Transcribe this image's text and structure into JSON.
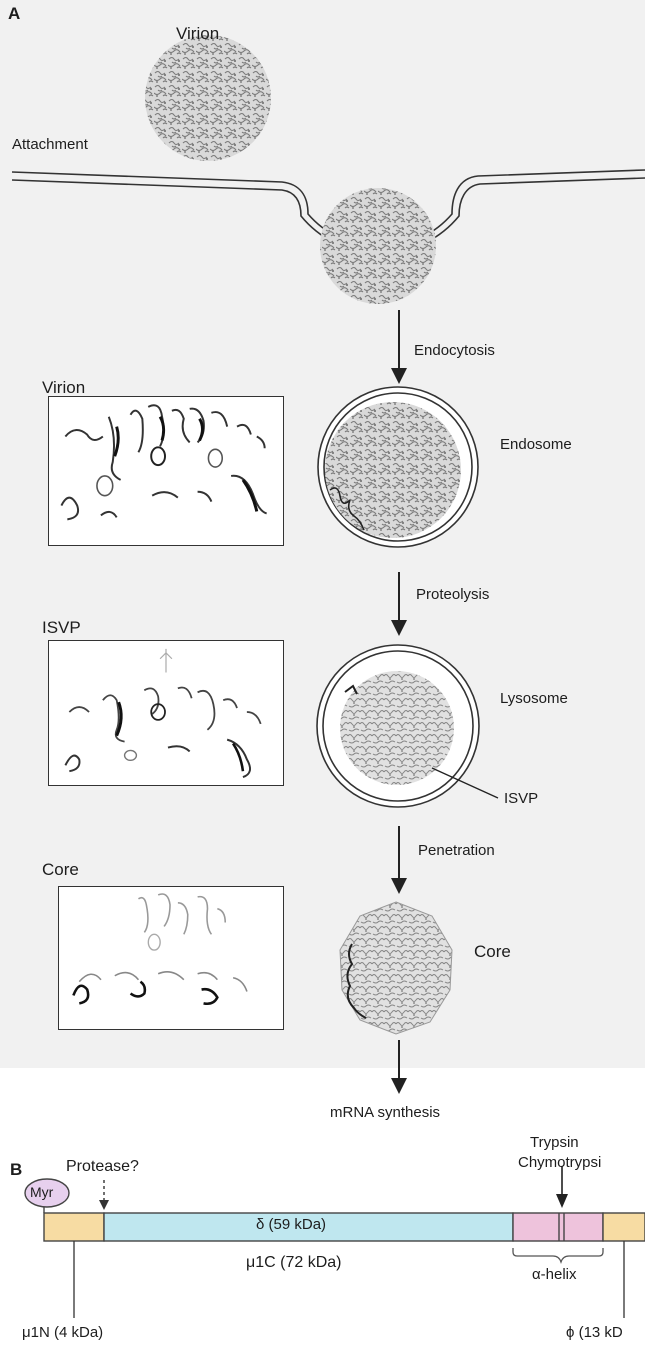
{
  "panel_a": {
    "letter": "A",
    "virion_title": "Virion",
    "attachment": "Attachment",
    "endocytosis": "Endocytosis",
    "endosome": "Endosome",
    "proteolysis": "Proteolysis",
    "lysosome": "Lysosome",
    "isvp_pointer": "ISVP",
    "penetration": "Penetration",
    "core": "Core",
    "mrna": "mRNA synthesis",
    "insets": {
      "virion": "Virion",
      "isvp": "ISVP",
      "core": "Core"
    }
  },
  "panel_b": {
    "letter": "B",
    "myr": "Myr",
    "protease": "Protease?",
    "trypsin": "Trypsin",
    "chymotrypsin": "Chymotrypsi",
    "delta": "δ (59 kDa)",
    "mu1c": "μ1C (72 kDa)",
    "alpha_helix": "α-helix",
    "mu1n": "μ1N (4 kDa)",
    "phi": "ϕ (13 kD",
    "colors": {
      "mu1n_segment": "#f7dca3",
      "delta_segment": "#bfe7ef",
      "helix_segment": "#eec3dc",
      "phi_segment": "#f7dca3",
      "myr_fill": "#e7d0ee"
    }
  }
}
